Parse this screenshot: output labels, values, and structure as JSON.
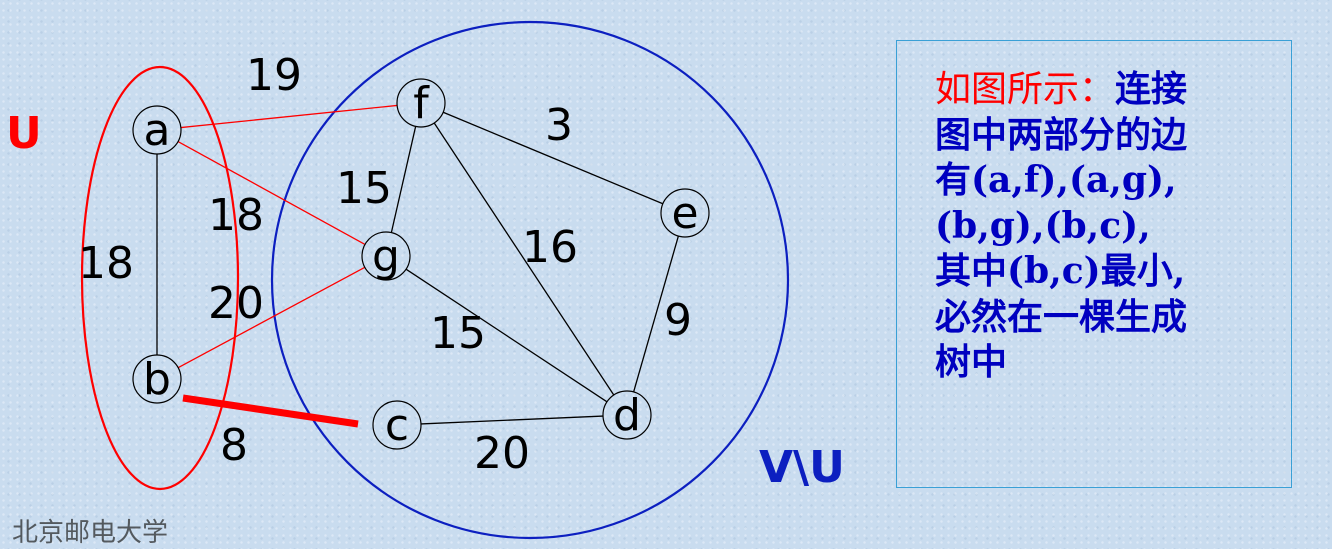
{
  "set_labels": {
    "u": "U",
    "v_minus_u": "V\\U"
  },
  "nodes": [
    {
      "id": "a",
      "label": "a"
    },
    {
      "id": "b",
      "label": "b"
    },
    {
      "id": "c",
      "label": "c"
    },
    {
      "id": "d",
      "label": "d"
    },
    {
      "id": "e",
      "label": "e"
    },
    {
      "id": "f",
      "label": "f"
    },
    {
      "id": "g",
      "label": "g"
    }
  ],
  "edges": [
    {
      "from": "a",
      "to": "b",
      "weight": "18",
      "kind": "internal"
    },
    {
      "from": "a",
      "to": "f",
      "weight": "19",
      "kind": "crossing"
    },
    {
      "from": "a",
      "to": "g",
      "weight": "18",
      "kind": "crossing"
    },
    {
      "from": "b",
      "to": "g",
      "weight": "20",
      "kind": "crossing"
    },
    {
      "from": "b",
      "to": "c",
      "weight": "8",
      "kind": "minimum"
    },
    {
      "from": "f",
      "to": "e",
      "weight": "3",
      "kind": "internal"
    },
    {
      "from": "f",
      "to": "g",
      "weight": "15",
      "kind": "internal"
    },
    {
      "from": "f",
      "to": "d",
      "weight": "16",
      "kind": "internal"
    },
    {
      "from": "g",
      "to": "d",
      "weight": "15",
      "kind": "internal"
    },
    {
      "from": "e",
      "to": "d",
      "weight": "9",
      "kind": "internal"
    },
    {
      "from": "c",
      "to": "d",
      "weight": "20",
      "kind": "internal"
    }
  ],
  "colors": {
    "u_set": "#ff0000",
    "v_minus_u_set": "#0c1fc0",
    "crossing_edge": "#ff0000",
    "minimum_edge": "#ff0000",
    "internal_edge": "#000000",
    "callout_text": "#0000c0",
    "callout_lead": "#ff0000",
    "callout_border": "#3aa0d6"
  },
  "callout": {
    "lead": "如图所示：",
    "line1_rest": "连接",
    "line2": "图中两部分的边",
    "line3": "有(a,f),(a,g),",
    "line4": "(b,g),(b,c),",
    "line5": "其中(b,c)最小,",
    "line6": "必然在一棵生成",
    "line7": "树中"
  },
  "footer": "北京邮电大学"
}
